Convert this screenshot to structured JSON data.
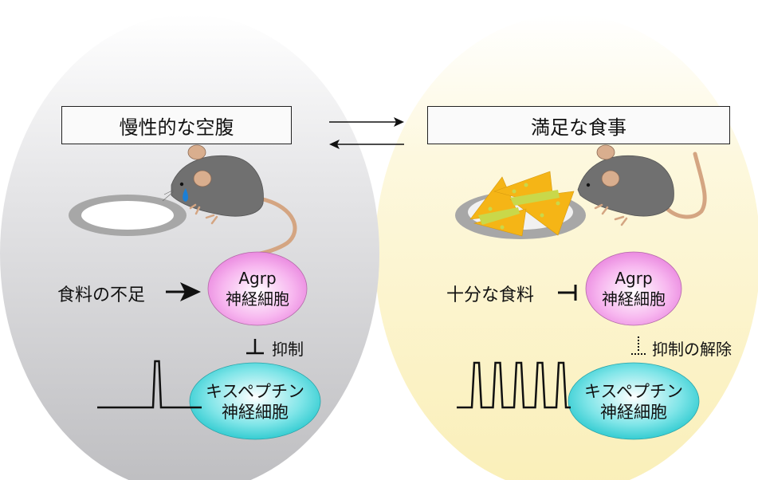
{
  "left_panel": {
    "state_label": "慢性的な空腹",
    "cause_label": "食料の不足",
    "cause_effect": "activation",
    "agrp_neuron": {
      "line1": "Agrp",
      "line2": "神経細胞"
    },
    "link_label": "抑制",
    "link_type": "inhibition",
    "kiss_neuron": {
      "line1": "キスペプチン",
      "line2": "神経細胞"
    },
    "pulse_count": 1,
    "mouse_state": "crying-hungry",
    "bowl_state": "empty"
  },
  "right_panel": {
    "state_label": "満足な食事",
    "cause_label": "十分な食料",
    "cause_effect": "inhibition",
    "agrp_neuron": {
      "line1": "Agrp",
      "line2": "神経細胞"
    },
    "link_label": "抑制の解除",
    "link_type": "disinhibition-dotted",
    "kiss_neuron": {
      "line1": "キスペプチン",
      "line2": "神経細胞"
    },
    "pulse_count": 5,
    "mouse_state": "fed",
    "bowl_state": "cheese"
  },
  "transition": {
    "forward": "right-arrow",
    "backward": "left-arrow"
  },
  "colors": {
    "left_bg": "#c9c9cc",
    "right_bg": "#fbf3c4",
    "agrp": "#f08ee6",
    "kiss": "#3fd3d8",
    "mouse_body": "#707070",
    "mouse_ear": "#d9ae8e",
    "cheese": "#f5b516",
    "cheese_hole": "#c9d84a"
  }
}
